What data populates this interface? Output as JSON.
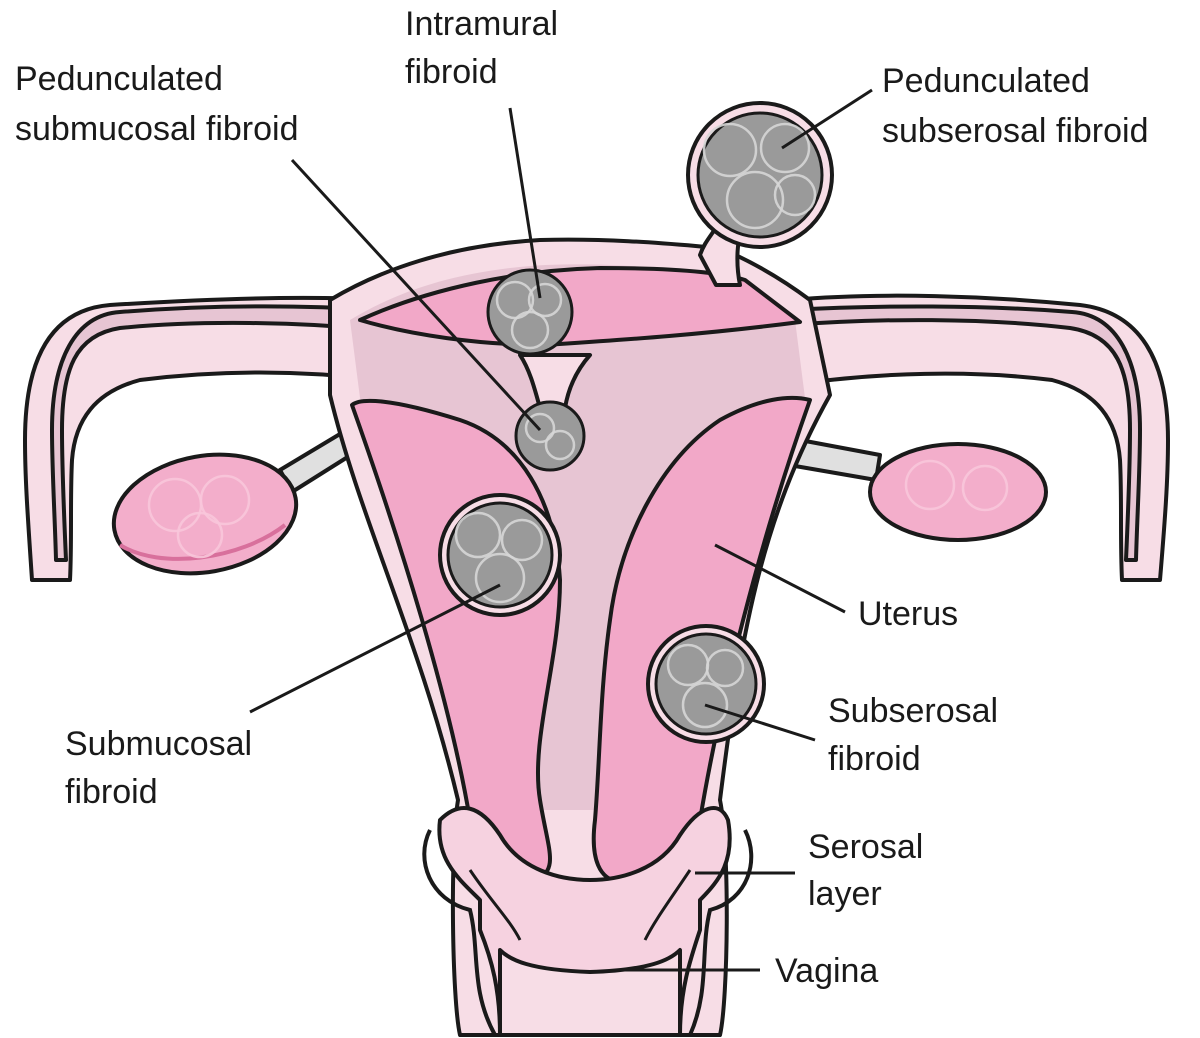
{
  "labels": {
    "intramural_1": "Intramural",
    "intramural_2": "fibroid",
    "ped_submucosal_1": "Pedunculated",
    "ped_submucosal_2": "submucosal fibroid",
    "ped_subserosal_1": "Pedunculated",
    "ped_subserosal_2": "subserosal fibroid",
    "uterus": "Uterus",
    "submucosal_1": "Submucosal",
    "submucosal_2": "fibroid",
    "subserosal_1": "Subserosal",
    "subserosal_2": "fibroid",
    "serosal_1": "Serosal",
    "serosal_2": "layer",
    "vagina": "Vagina"
  },
  "colors": {
    "serosa": "#f7dde6",
    "myometrium": "#e7c5d3",
    "cavity": "#f2a8c8",
    "fibroid": "#9a9a9a",
    "ovary": "#f3aecb",
    "ligament": "#e0e0e0",
    "vagina": "#f6d2e0",
    "outline": "#1a1a1a"
  }
}
